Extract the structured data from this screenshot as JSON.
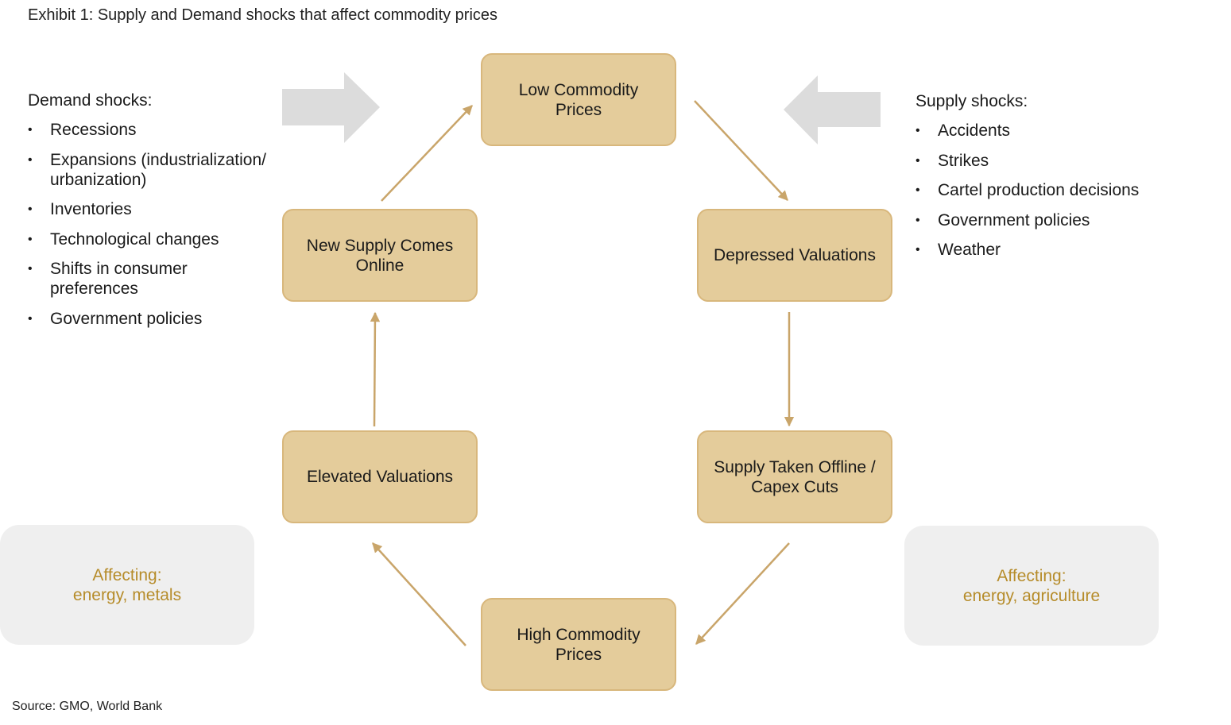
{
  "title": "Exhibit 1: Supply and Demand shocks that affect commodity prices",
  "source": "Source: GMO, World Bank",
  "demand": {
    "heading": "Demand shocks:",
    "items": [
      "Recessions",
      "Expansions (industrialization/ urbanization)",
      "Inventories",
      "Technological changes",
      "Shifts in consumer preferences",
      "Government policies"
    ],
    "affecting_label": "Affecting:",
    "affecting_value": "energy, metals"
  },
  "supply": {
    "heading": "Supply shocks:",
    "items": [
      "Accidents",
      "Strikes",
      "Cartel production decisions",
      "Government policies",
      "Weather"
    ],
    "affecting_label": "Affecting:",
    "affecting_value": "energy, agriculture"
  },
  "cycle": {
    "low_prices": "Low Commodity Prices",
    "depressed": "Depressed Valuations",
    "supply_offline": "Supply Taken Offline / Capex Cuts",
    "high_prices": "High Commodity Prices",
    "elevated": "Elevated Valuations",
    "new_supply": "New Supply Comes Online"
  },
  "colors": {
    "node_fill": "#e4cc9b",
    "node_border": "#d8b77c",
    "arrow": "#c9a56a",
    "shock_arrow": "#dcdcdc",
    "affect_text": "#b68c2a",
    "affect_fill": "#efefef"
  }
}
